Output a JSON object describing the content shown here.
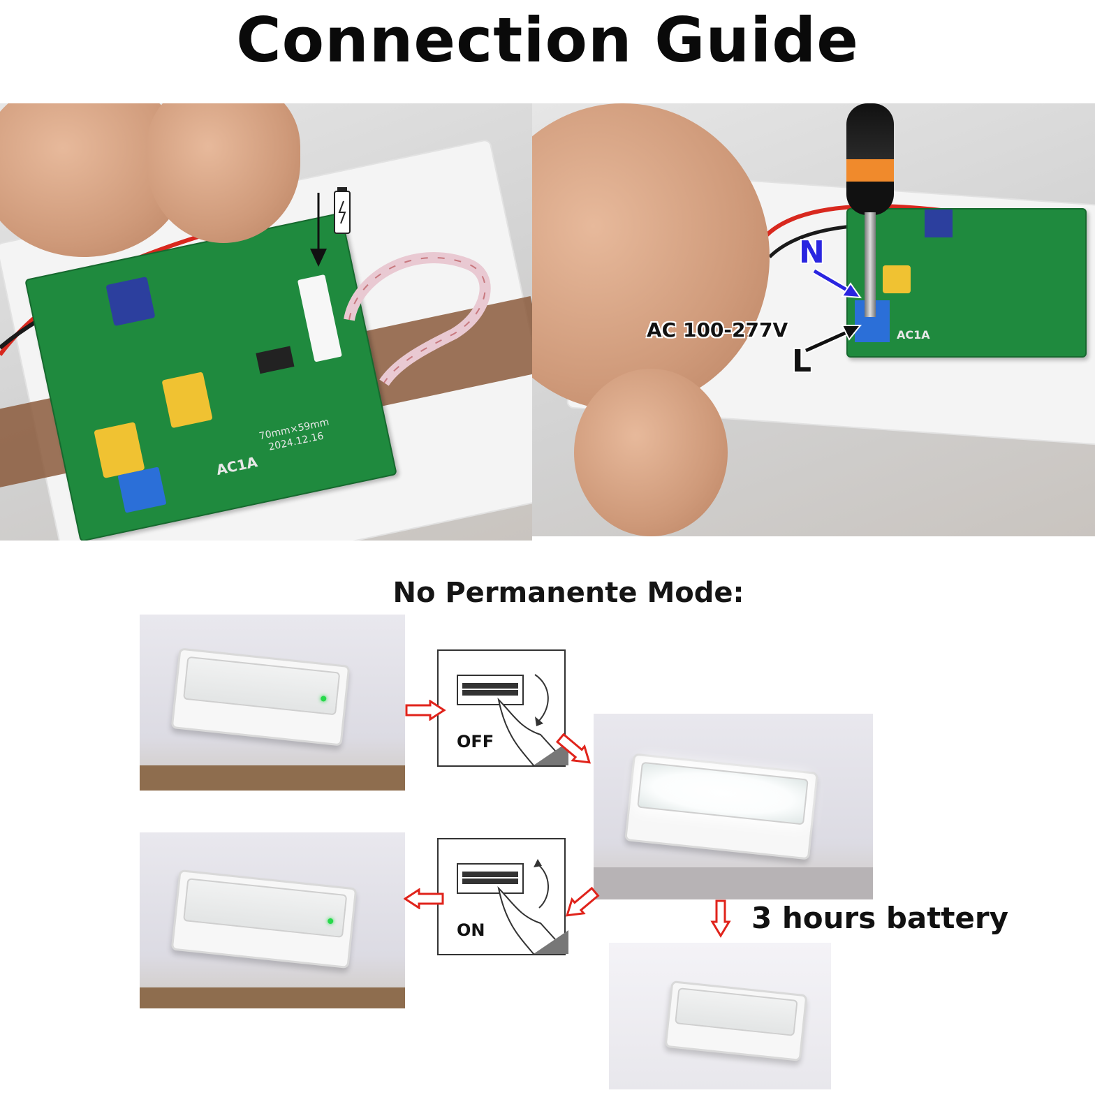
{
  "header": {
    "title": "Connection Guide"
  },
  "wiring_photo": {
    "terminal_label": "AC 100-277V",
    "neutral_label": "N",
    "live_label": "L",
    "board_model": "AC1A",
    "board_size": "70mm×59mm",
    "board_date": "2024.12.16"
  },
  "mode": {
    "title": "No Permanente Mode:",
    "switch_off_label": "OFF",
    "switch_on_label": "ON",
    "battery_label": "3 hours battery"
  },
  "colors": {
    "arrow_red": "#e0231b",
    "n_arrow": "#2a25e0",
    "pcb_green": "#1f8a3e"
  },
  "icons": [
    "battery-charging-icon",
    "down-arrow-icon",
    "screwdriver-icon",
    "hand-switch-icon"
  ]
}
